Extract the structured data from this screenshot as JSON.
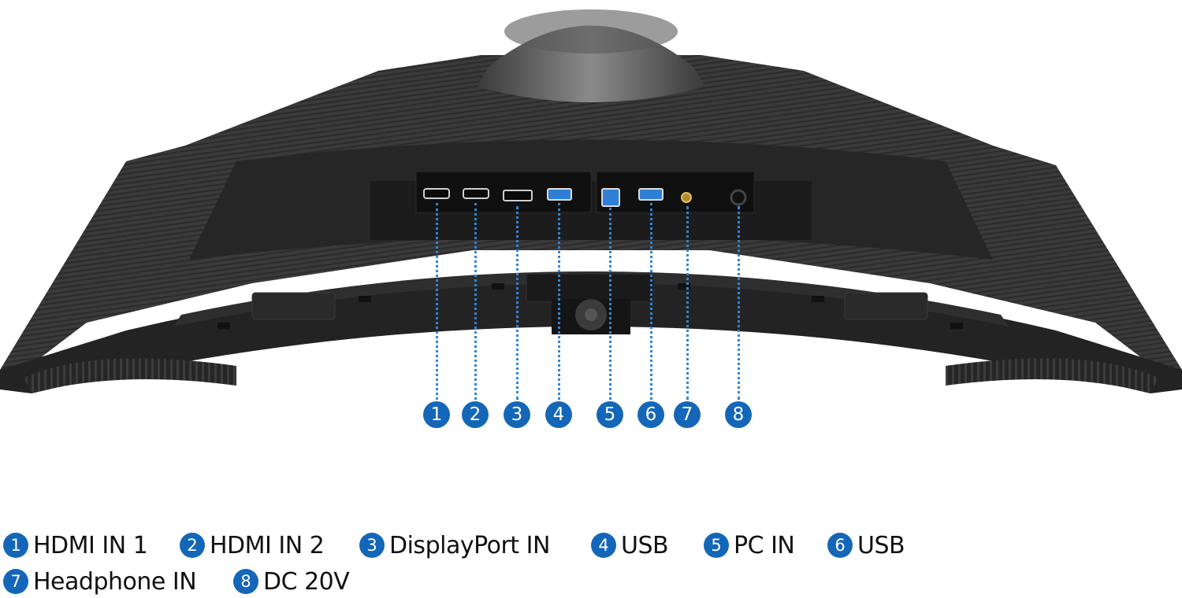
{
  "accent_color": "#1466b8",
  "image": {
    "subject": "monitor-rear-underside-ports-view",
    "ports": [
      {
        "number": "1",
        "label": "HDMI IN 1",
        "icon": "hdmi-port-icon"
      },
      {
        "number": "2",
        "label": "HDMI IN 2",
        "icon": "hdmi-port-icon"
      },
      {
        "number": "3",
        "label": "DisplayPort IN",
        "icon": "displayport-icon"
      },
      {
        "number": "4",
        "label": "USB",
        "icon": "usb-a-port-icon"
      },
      {
        "number": "5",
        "label": "PC IN",
        "icon": "usb-b-port-icon"
      },
      {
        "number": "6",
        "label": "USB",
        "icon": "usb-a-port-icon"
      },
      {
        "number": "7",
        "label": "Headphone IN",
        "icon": "headphone-jack-icon"
      },
      {
        "number": "8",
        "label": "DC 20V",
        "icon": "dc-power-jack-icon"
      }
    ]
  },
  "legend": {
    "row1": [
      {
        "number": "1",
        "label": "HDMI IN 1"
      },
      {
        "number": "2",
        "label": "HDMI IN 2"
      },
      {
        "number": "3",
        "label": "DisplayPort IN"
      },
      {
        "number": "4",
        "label": "USB"
      },
      {
        "number": "5",
        "label": "PC IN"
      },
      {
        "number": "6",
        "label": "USB"
      }
    ],
    "row2": [
      {
        "number": "7",
        "label": "Headphone IN"
      },
      {
        "number": "8",
        "label": "DC 20V"
      }
    ]
  }
}
